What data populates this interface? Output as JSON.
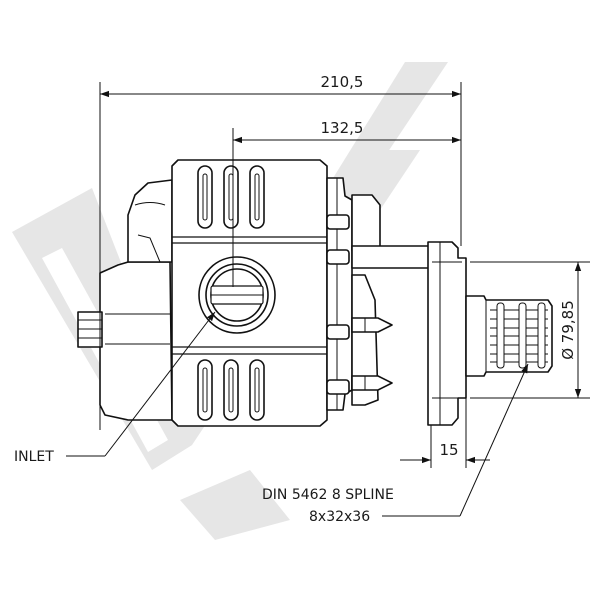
{
  "dimensions": {
    "overall_length": "210,5",
    "inlet_offset": "132,5",
    "flange_to_shaft": "15",
    "shaft_diameter": "Ø 79,85"
  },
  "callouts": {
    "inlet": "INLET",
    "spline_line1": "DIN 5462 8 SPLINE",
    "spline_line2": "8x32x36"
  },
  "watermark": {
    "shape": "check-mark-logo",
    "color": "#e7e7e7"
  },
  "colors": {
    "line": "#111111",
    "fill": "#ffffff"
  }
}
